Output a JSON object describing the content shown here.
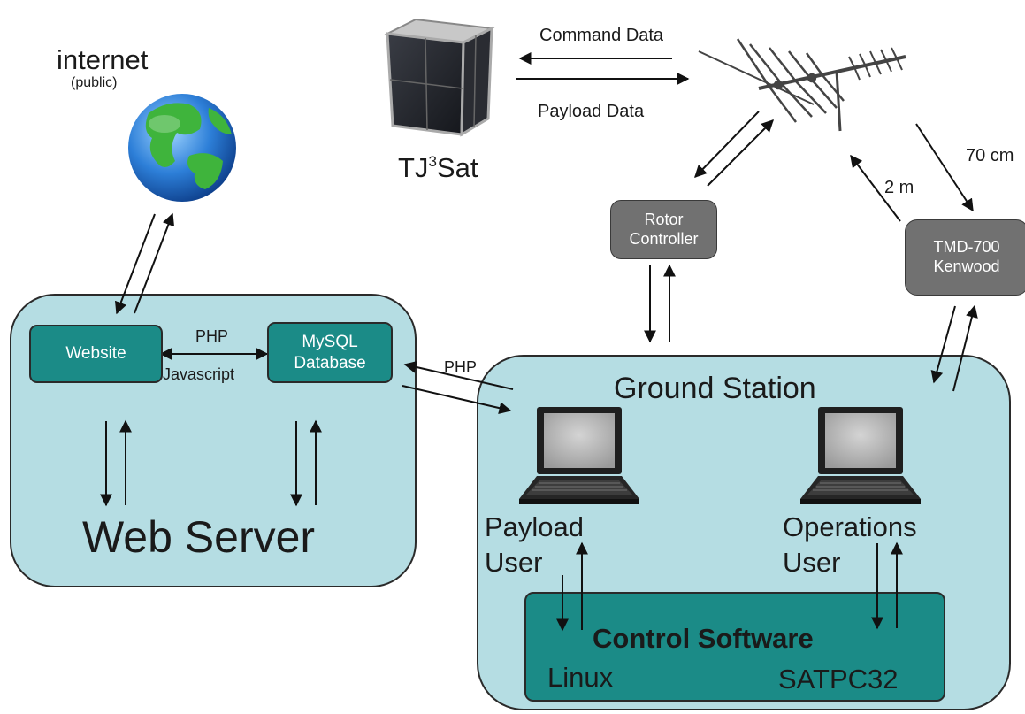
{
  "internet": {
    "title": "internet",
    "subtitle": "(public)"
  },
  "satellite": {
    "name_prefix": "TJ",
    "name_sup": "3",
    "name_suffix": "Sat",
    "command_label": "Command Data",
    "payload_label": "Payload Data"
  },
  "antenna": {
    "link_2m": "2 m",
    "link_70cm": "70 cm"
  },
  "rotor_controller": {
    "label": "Rotor\nController"
  },
  "radio": {
    "label": "TMD-700\nKenwood"
  },
  "web_server": {
    "title": "Web Server",
    "website": "Website",
    "database": "MySQL\nDatabase",
    "link_top": "PHP",
    "link_bottom": "Javascript"
  },
  "server_to_station_label": "PHP",
  "ground_station": {
    "title": "Ground Station",
    "payload_user": "Payload\nUser",
    "operations_user": "Operations\nUser",
    "control_software": {
      "title": "Control Software",
      "left_os": "Linux",
      "right_app": "SATPC32"
    }
  },
  "colors": {
    "panel_fill": "#b5dde3",
    "inner_box_fill": "#1b8b87",
    "device_box_fill": "#717171",
    "arrow": "#111111"
  },
  "icons": [
    "globe-icon",
    "cubesat-icon",
    "yagi-antenna-icon",
    "laptop-icon"
  ]
}
